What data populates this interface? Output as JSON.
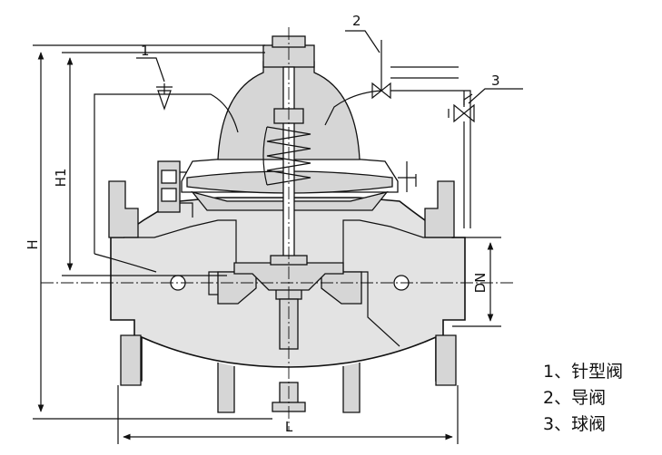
{
  "labels": {
    "callout_1": "1",
    "callout_2": "2",
    "callout_3": "3",
    "dim_H": "H",
    "dim_H1": "H1",
    "dim_DN": "DN",
    "dim_L": "L"
  },
  "legend": [
    {
      "text": "1、针型阀"
    },
    {
      "text": "2、导阀"
    },
    {
      "text": "3、球阀"
    }
  ]
}
